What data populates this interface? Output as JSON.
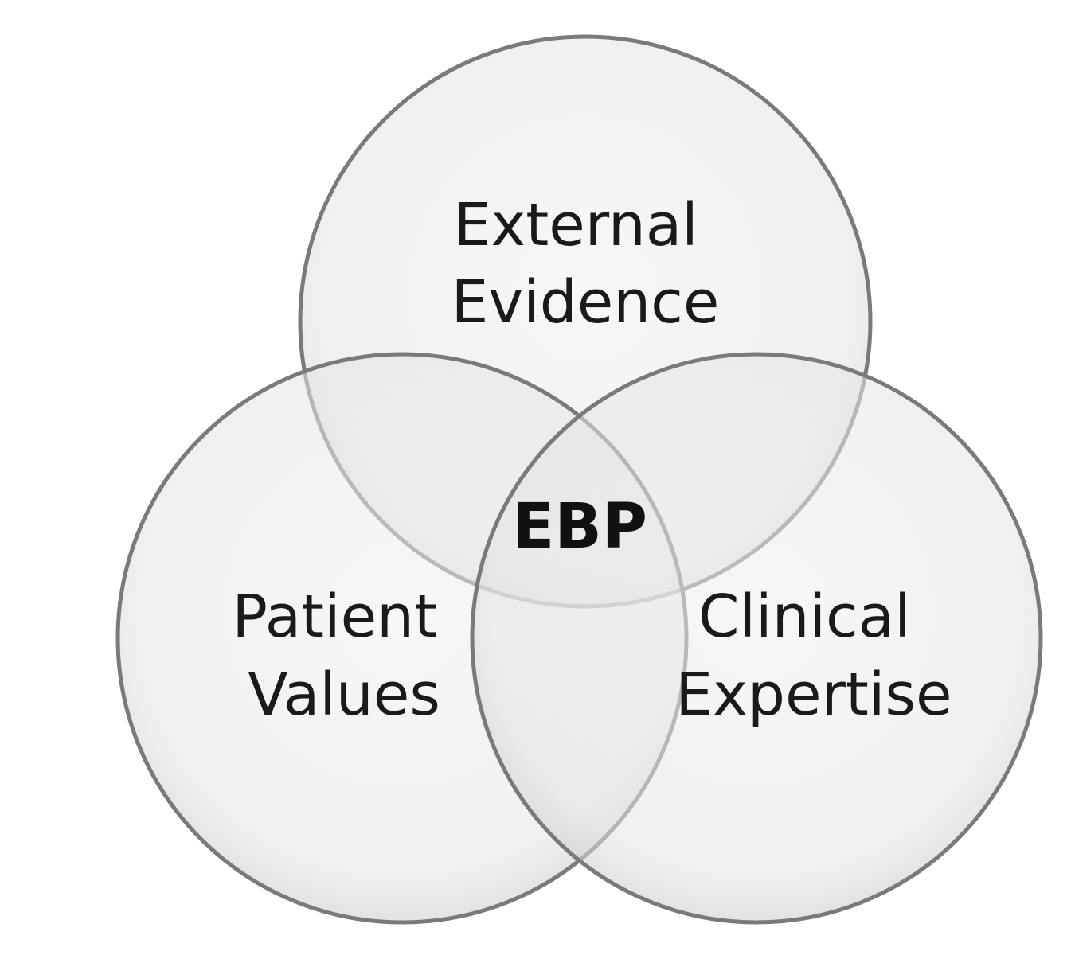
{
  "diagram": {
    "type": "venn-3",
    "circles": [
      {
        "id": "top",
        "lines": [
          "External",
          "Evidence"
        ]
      },
      {
        "id": "left",
        "lines": [
          "Patient",
          "Values"
        ]
      },
      {
        "id": "right",
        "lines": [
          "Clinical",
          "Expertise"
        ]
      }
    ],
    "center_label": "EBP",
    "colors": {
      "circle_fill": "#eaeaea",
      "circle_stroke": "#7a7a7a",
      "text": "#1a1a1a"
    }
  }
}
